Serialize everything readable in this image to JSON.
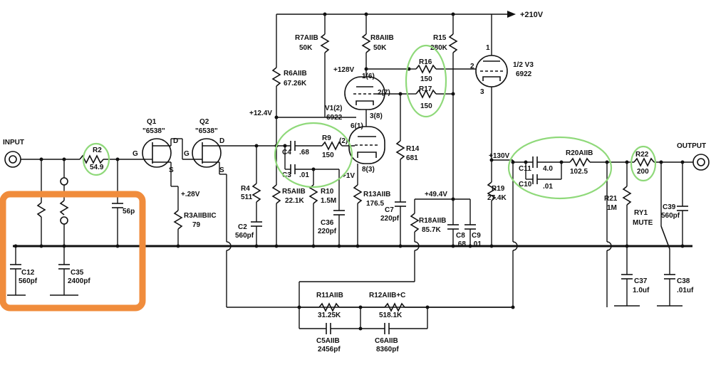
{
  "supply": {
    "main": "+210V",
    "v128": "+128V",
    "v12_4": "+12.4V",
    "v28": "+.28V",
    "v130": "+130V",
    "v49_4": "+49.4V",
    "v1": "+1V"
  },
  "io": {
    "input": "INPUT",
    "output": "OUTPUT"
  },
  "transistors": {
    "q1": {
      "name": "Q1",
      "type": "\"6538\"",
      "g": "G",
      "d": "D",
      "s": "S"
    },
    "q2": {
      "name": "Q2",
      "type": "\"6538\"",
      "g": "G",
      "d": "D",
      "s": "S"
    }
  },
  "tubes": {
    "v1": {
      "name": "V1(2)",
      "type": "6922",
      "p1": "1(6)",
      "p2": "2(7)",
      "p3": "3(8)",
      "p6": "6(1)",
      "p7": "(2)",
      "p8": "8(3)"
    },
    "v3": {
      "name": "1/2 V3",
      "type": "6922",
      "p1": "1",
      "p2": "2",
      "p3": "3"
    }
  },
  "resistors": {
    "r2": {
      "name": "R2",
      "value": "54.9"
    },
    "r3": {
      "name": "R3AIIBIIC",
      "value": "79"
    },
    "r4": {
      "name": "R4",
      "value": "511"
    },
    "r5": {
      "name": "R5AIIB",
      "value": "22.1K"
    },
    "r6": {
      "name": "R6AIIB",
      "value": "67.26K"
    },
    "r7": {
      "name": "R7AIIB",
      "value": "50K"
    },
    "r8": {
      "name": "R8AIIB",
      "value": "50K"
    },
    "r9": {
      "name": "R9",
      "value": "150"
    },
    "r10": {
      "name": "R10",
      "value": "1.5M"
    },
    "r11": {
      "name": "R11AIIB",
      "value": "31.25K"
    },
    "r12": {
      "name": "R12AIIB+C",
      "value": "518.1K"
    },
    "r13": {
      "name": "R13AIIB",
      "value": "176.5"
    },
    "r14": {
      "name": "R14",
      "value": "681"
    },
    "r15": {
      "name": "R15",
      "value": "280K"
    },
    "r16": {
      "name": "R16",
      "value": "150"
    },
    "r17": {
      "name": "R17",
      "value": "150"
    },
    "r18": {
      "name": "R18AIIB",
      "value": "85.7K"
    },
    "r19": {
      "name": "R19",
      "value": "27.4K"
    },
    "r20": {
      "name": "R20AIIB",
      "value": "102.5"
    },
    "r21": {
      "name": "R21",
      "value": "1M"
    },
    "r22": {
      "name": "R22",
      "value": "200"
    }
  },
  "capacitors": {
    "c2": {
      "name": "C2",
      "value": "560pf"
    },
    "c3": {
      "name": "C3",
      "value": ".01"
    },
    "c4": {
      "name": "C4",
      "value": ".68"
    },
    "c5": {
      "name": "C5AIIB",
      "value": "2456pf"
    },
    "c6": {
      "name": "C6AIIB",
      "value": "8360pf"
    },
    "c7": {
      "name": "C7",
      "value": "220pf"
    },
    "c8": {
      "name": "C8",
      "value": ".68"
    },
    "c9": {
      "name": "C9",
      "value": ".01"
    },
    "c10": {
      "name": "C10",
      "value": ".01"
    },
    "c11": {
      "name": "C11",
      "value": "4.0"
    },
    "c12": {
      "name": "C12",
      "value": "560pf"
    },
    "c35": {
      "name": "C35",
      "value": "2400pf"
    },
    "c36": {
      "name": "C36",
      "value": "220pf"
    },
    "c37": {
      "name": "C37",
      "value": "1.0uf"
    },
    "c38": {
      "name": "C38",
      "value": ".01uf"
    },
    "c39": {
      "name": "C39",
      "value": "560pf"
    },
    "c_partial": {
      "value": "56p"
    }
  },
  "relay": {
    "name": "RY1",
    "label": "MUTE"
  },
  "highlight_colors": {
    "circle": "#8fd97a",
    "box": "#f08c3c"
  }
}
